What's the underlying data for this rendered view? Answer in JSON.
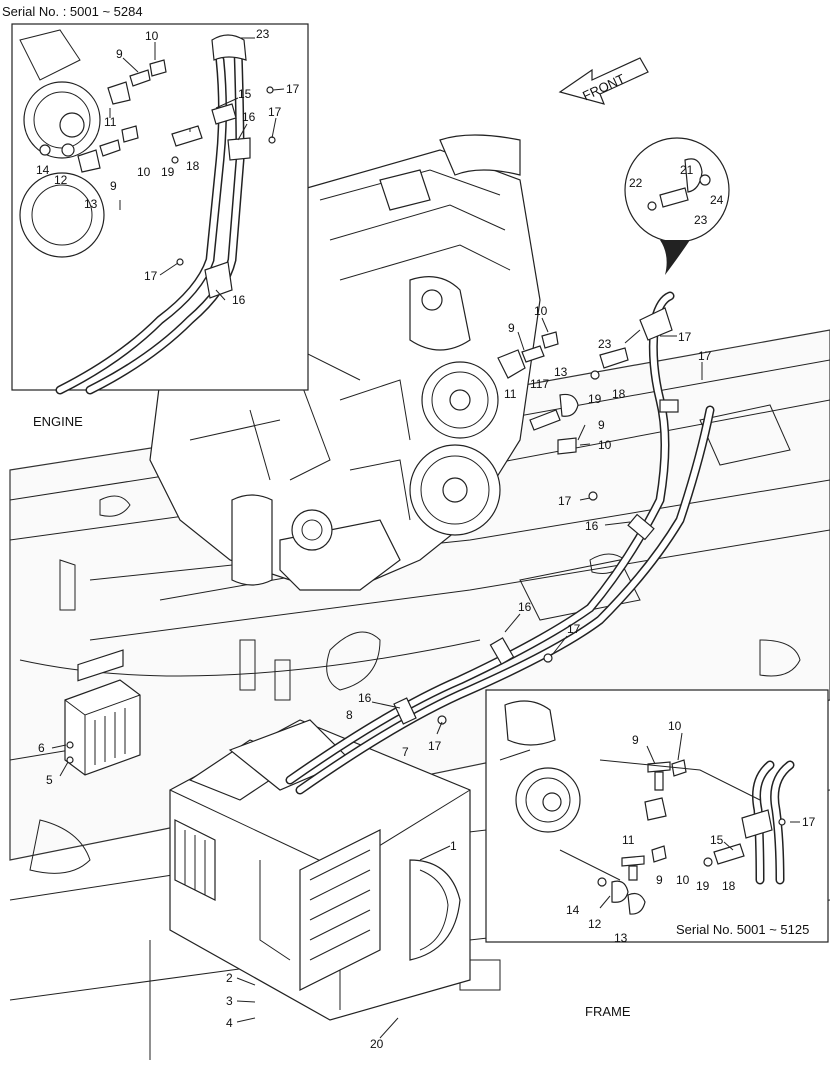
{
  "captions": {
    "serial_top": "Serial No. : 5001 ~ 5284",
    "serial_inset": "Serial No. 5001 ~ 5125",
    "engine": "ENGINE",
    "frame": "FRAME",
    "front": "FRONT"
  },
  "callouts": {
    "c1": "1",
    "c2": "2",
    "c3": "3",
    "c4": "4",
    "c5": "5",
    "c6": "6",
    "c7": "7",
    "c8": "8",
    "c9": "9",
    "c10": "10",
    "c11": "11",
    "c12": "12",
    "c13": "13",
    "c14": "14",
    "c15": "15",
    "c16": "16",
    "c17": "17",
    "c18": "18",
    "c19": "19",
    "c20": "20",
    "c21": "21",
    "c22": "22",
    "c23": "23",
    "c24": "24",
    "c117": "117"
  }
}
